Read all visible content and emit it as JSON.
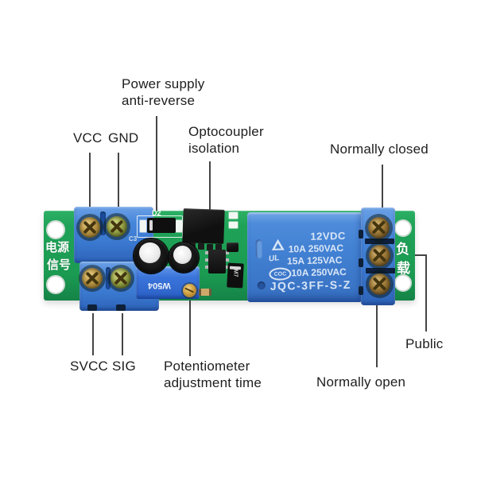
{
  "labels": {
    "power_supply": [
      "Power supply",
      "anti-reverse"
    ],
    "vcc": "VCC",
    "gnd": "GND",
    "optocoupler": [
      "Optocoupler",
      "isolation"
    ],
    "normally_closed": "Normally closed",
    "svcc": "SVCC",
    "sig": "SIG",
    "potentiometer": [
      "Potentiometer",
      "adjustment time"
    ],
    "normally_open": "Normally open",
    "public": "Public"
  },
  "board": {
    "left_silk_top": "电源",
    "left_silk_bottom": "信号",
    "right_silk_top": "负",
    "right_silk_bottom": "载",
    "silk_d2": "D2",
    "silk_c3": "C3",
    "silk_m7": "M7",
    "pot_marking": "W504"
  },
  "relay": {
    "voltage": "12VDC",
    "rating_1": "10A 250VAC",
    "rating_2": "15A 125VAC",
    "rating_3": "10A 250VAC",
    "model": "JQC-3FF-S-Z",
    "ul_mark": "UL",
    "coc_mark": "COC"
  },
  "colors": {
    "background": "#ffffff",
    "pcb_green": "#1fa257",
    "terminal_blue": "#3a78cf",
    "relay_blue": "#4180d2",
    "relay_text": "#d9e6f6",
    "label_text": "#1e1e1e",
    "leader_line": "#454545",
    "screw_brass": "#b5913f",
    "silkscreen": "#ffffff"
  }
}
